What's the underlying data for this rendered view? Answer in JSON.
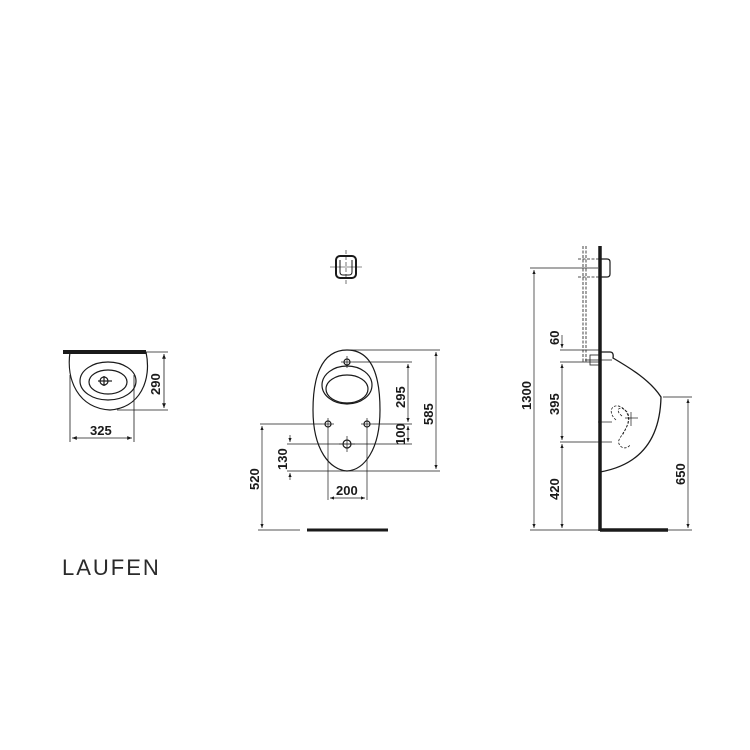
{
  "brand": {
    "logo_text": "LAUFEN"
  },
  "top_view": {
    "width_dim": "325",
    "depth_dim": "290"
  },
  "outlet_view": {
    "symbol": "square-outlet"
  },
  "front_view": {
    "width_dim": "200",
    "inlet_to_fixing_dim": "295",
    "total_height_dim": "585",
    "fixing_to_outlet_dim": "100",
    "outlet_to_bottom_dim": "130",
    "fixing_height_dim": "520"
  },
  "side_view": {
    "total_height_dim": "1300",
    "inlet_offset_dim": "60",
    "inlet_to_outlet_dim": "395",
    "outlet_height_dim": "420",
    "rim_height_dim": "650"
  }
}
